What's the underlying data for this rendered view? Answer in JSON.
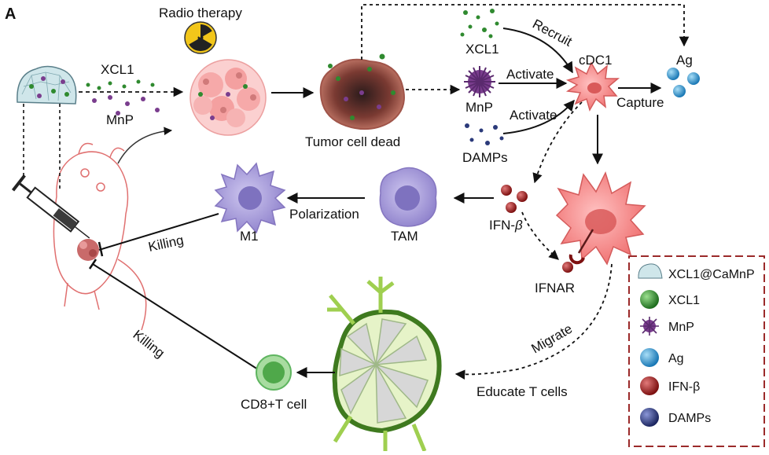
{
  "panel_letter": "A",
  "labels": {
    "radio_therapy": "Radio therapy",
    "xcl1_left": "XCL1",
    "mnp_left": "MnP",
    "tumor_cell_dead": "Tumor cell dead",
    "xcl1_right": "XCL1",
    "mnp_right": "MnP",
    "damps_right": "DAMPs",
    "recruit": "Recruit",
    "activate_1": "Activate",
    "activate_2": "Activate",
    "cdc1": "cDC1",
    "ag_right": "Ag",
    "capture": "Capture",
    "ifn_beta_prefix": "IFN-",
    "beta_symbol": "β",
    "ifnar": "IFNAR",
    "tam": "TAM",
    "polarization": "Polarization",
    "m1": "M1",
    "killing_1": "Killing",
    "killing_2": "Killing",
    "migrate": "Migrate",
    "educate_t_cells": "Educate T cells",
    "cd8_t_cell": "CD8+T cell"
  },
  "legend": [
    {
      "label": "XCL1@CaMnP",
      "icon": "gel-icon"
    },
    {
      "label": "XCL1",
      "icon": "green-sphere-icon",
      "color": "#2f8a2f"
    },
    {
      "label": "MnP",
      "icon": "spiky-particle-icon",
      "color": "#7a3d8e"
    },
    {
      "label": "Ag",
      "icon": "blue-sphere-icon",
      "color": "#2f8fc8"
    },
    {
      "label": "IFN-β",
      "icon": "red-sphere-icon",
      "color": "#9c1f1f"
    },
    {
      "label": "DAMPs",
      "icon": "navy-sphere-icon",
      "color": "#2b3a7a"
    }
  ],
  "colors": {
    "legend_border": "#9b2a2a",
    "dc_pink": "#f08080",
    "tumor_red": "#c96a5a",
    "macrophage_purple": "#9a8fd0",
    "lymph_green": "#6aa83a",
    "tcell_green": "#5fb560"
  }
}
